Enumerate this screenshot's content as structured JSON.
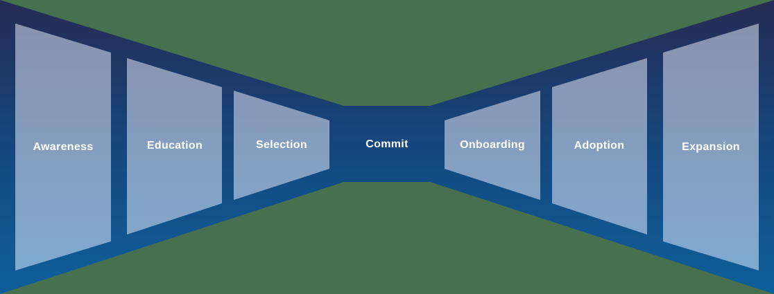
{
  "diagram": {
    "type": "bowtie-funnel",
    "stages": [
      {
        "label": "Awareness"
      },
      {
        "label": "Education"
      },
      {
        "label": "Selection"
      },
      {
        "label": "Commit"
      },
      {
        "label": "Onboarding"
      },
      {
        "label": "Adoption"
      },
      {
        "label": "Expansion"
      }
    ],
    "colors": {
      "background": "#47704E",
      "funnel_top": "#262b53",
      "funnel_mid": "#14477e",
      "funnel_bottom": "#0f5f9a",
      "panel_top": "#8992af",
      "panel_bottom": "#80aad0",
      "label_text": "#ffffff"
    }
  }
}
